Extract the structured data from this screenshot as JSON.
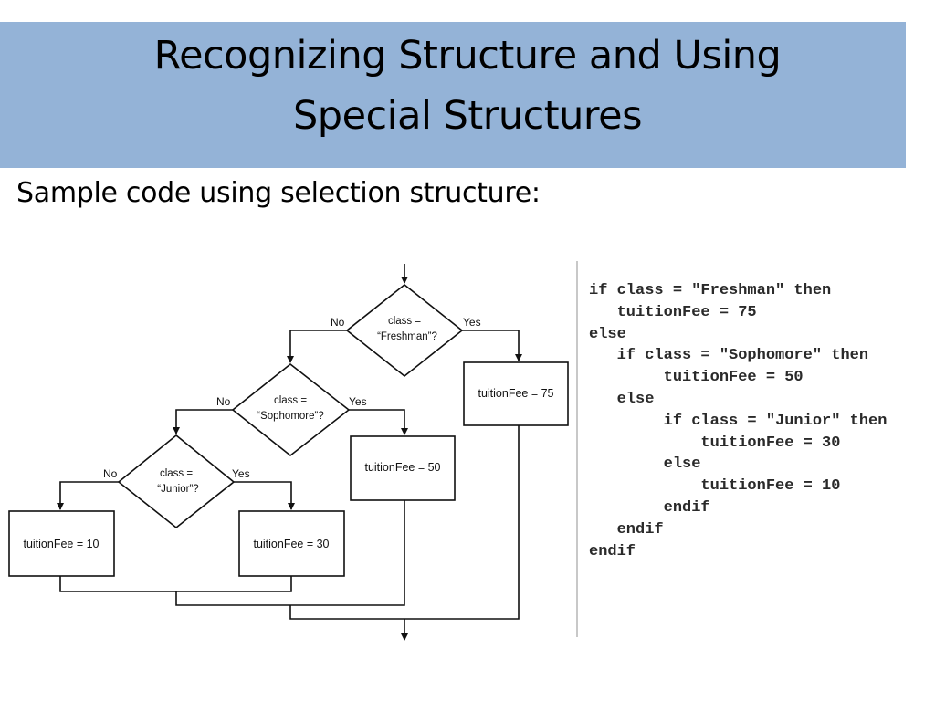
{
  "slide": {
    "title_line1": "Recognizing Structure and Using",
    "title_line2": "Special Structures",
    "subtitle": "Sample code using selection structure:"
  },
  "flowchart": {
    "decision_freshman": {
      "line1": "class =",
      "line2": "“Freshman”?"
    },
    "decision_sophomore": {
      "line1": "class =",
      "line2": "“Sophomore”?"
    },
    "decision_junior": {
      "line1": "class =",
      "line2": "“Junior”?"
    },
    "label_no": "No",
    "label_yes": "Yes",
    "box_fee_75": "tuitionFee = 75",
    "box_fee_50": "tuitionFee = 50",
    "box_fee_30": "tuitionFee = 30",
    "box_fee_10": "tuitionFee = 10"
  },
  "pseudocode": [
    "if class = \"Freshman\" then",
    "   tuitionFee = 75",
    "else",
    "   if class = \"Sophomore\" then",
    "        tuitionFee = 50",
    "   else",
    "        if class = \"Junior\" then",
    "            tuitionFee = 30",
    "        else",
    "            tuitionFee = 10",
    "        endif",
    "   endif",
    "endif"
  ]
}
